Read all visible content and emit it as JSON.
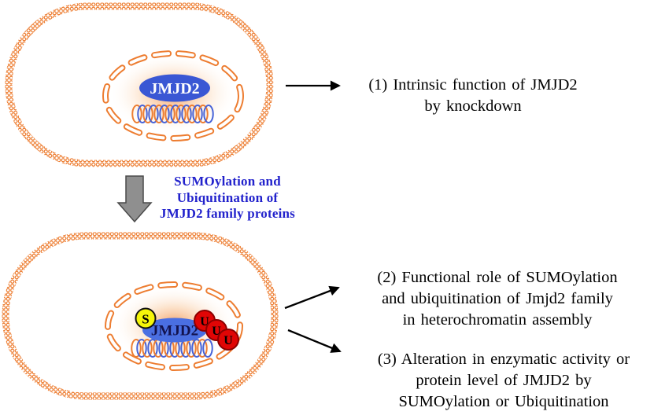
{
  "cells": {
    "top": {
      "protein": "JMJD2"
    },
    "bottom": {
      "protein": "JMJD2",
      "sumo_label": "S",
      "ubiquitin_label": "U"
    }
  },
  "process_arrow": {
    "lines": [
      "SUMOylation and",
      "Ubiquitination of",
      "JMJD2 family proteins"
    ]
  },
  "annotations": {
    "step1": {
      "lines": [
        "(1) Intrinsic function of JMJD2",
        "by knockdown"
      ]
    },
    "step2": {
      "lines": [
        "(2) Functional role of SUMOylation",
        "and ubiquitination of Jmjd2 family",
        "in heterochromatin assembly"
      ]
    },
    "step3": {
      "lines": [
        "(3) Alteration in enzymatic activity or",
        "protein level of JMJD2 by",
        "SUMOylation or Ubiquitination"
      ]
    }
  },
  "colors": {
    "membrane": "#ED7D31",
    "protein_top": "#3A57D4",
    "protein_bottom": "#4A6FE2",
    "protein_text_top": "#FFFFFF",
    "protein_text_bottom": "#12124E",
    "sumo_fill": "#F5F50A",
    "ubiquitin_fill": "#E00505",
    "ubiquitin_ring": "#8B0000",
    "process_text": "#2222CC",
    "gray_arrow": "#8F8F8F",
    "helix_blue": "#4663D8"
  }
}
